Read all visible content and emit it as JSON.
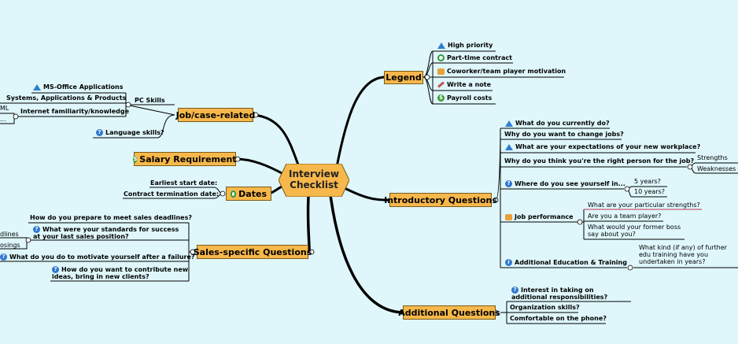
{
  "central": {
    "line1": "Interview",
    "line2": "Checklist"
  },
  "legend": {
    "title": "Legend",
    "items": [
      "High priority",
      "Part-time contract",
      "Coworker/team player motivation",
      "Write a note",
      "Payroll costs"
    ]
  },
  "intro": {
    "title": "Introductory Questions",
    "q1": "What do you currently do?",
    "q2": "Why do you want to change jobs?",
    "q3": "What are your expectations of your new workplace?",
    "q4": "Why do you think you're the right person for the job?",
    "q4a": "Strengths",
    "q4b": "Weaknesses",
    "q5": "Where do you see yourself in...",
    "q5a": "5 years?",
    "q5b": "10 years?",
    "q6": "Job performance",
    "q6a": "What are your particular strengths?",
    "q6b": "Are you a team player?",
    "q6c": "What would your former boss say about you?",
    "q7": "Additional Education & Training",
    "q7a": "What kind (if any) of further edu training have you undertaken in years?"
  },
  "additional": {
    "title": "Additional Questions",
    "q1": "Interest in taking on additional responsibilities?",
    "q2": "Organization skills?",
    "q3": "Comfortable on the phone?"
  },
  "job": {
    "title": "Job/case-related",
    "pc": "PC Skills",
    "pc1": "MS-Office Applications",
    "pc2": "Systems, Applications & Products",
    "pc3": "Internet familiarity/knowledge",
    "pc3a": "ML",
    "pc3b": "...",
    "lang": "Language skills?"
  },
  "salary": {
    "title": "Salary Requirement"
  },
  "dates": {
    "title": "Dates",
    "d1": "Earliest start date:",
    "d2": "Contract termination date:"
  },
  "sales": {
    "title": "Sales-specific Questions",
    "q1": "How do you prepare to meet sales deadlines?",
    "q2": "What were your standards for success at your last sales position?",
    "q2a": "dlines",
    "q2b": "osings",
    "q3": "What do you do to motivate yourself after a failure?",
    "q4": "How do you want to contribute new ideas, bring in new clients?"
  },
  "colors": {
    "topic": "#f7b84b",
    "background": "#dff7fb",
    "branch": "#000000"
  }
}
